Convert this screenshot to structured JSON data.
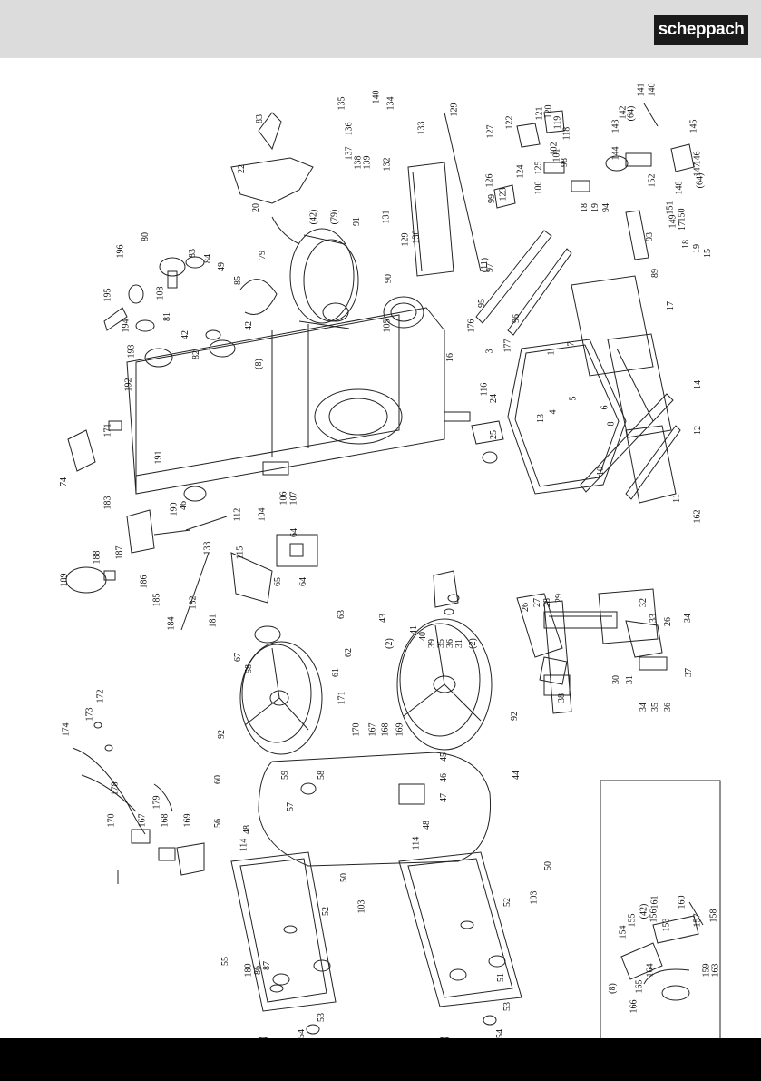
{
  "brand": {
    "logo_text": "scheppach",
    "colors": {
      "header_bg": "#dcdcdc",
      "footer_bg": "#000000",
      "logo_bg": "#1a1a1a",
      "line": "#222222"
    }
  },
  "part_labels": [
    {
      "text": "83"
    },
    {
      "text": "22"
    },
    {
      "text": "20"
    },
    {
      "text": "79"
    },
    {
      "text": "(42)"
    },
    {
      "text": "(79)"
    },
    {
      "text": "91"
    },
    {
      "text": "196"
    },
    {
      "text": "80"
    },
    {
      "text": "83"
    },
    {
      "text": "84"
    },
    {
      "text": "49"
    },
    {
      "text": "195"
    },
    {
      "text": "194"
    },
    {
      "text": "108"
    },
    {
      "text": "81"
    },
    {
      "text": "85"
    },
    {
      "text": "42"
    },
    {
      "text": "193"
    },
    {
      "text": "82"
    },
    {
      "text": "192"
    },
    {
      "text": "42"
    },
    {
      "text": "90"
    },
    {
      "text": "105"
    },
    {
      "text": "16"
    },
    {
      "text": "(8)"
    },
    {
      "text": "171"
    },
    {
      "text": "191"
    },
    {
      "text": "74"
    },
    {
      "text": "116"
    },
    {
      "text": "24"
    },
    {
      "text": "25"
    },
    {
      "text": "183"
    },
    {
      "text": "190"
    },
    {
      "text": "46"
    },
    {
      "text": "189"
    },
    {
      "text": "188"
    },
    {
      "text": "187"
    },
    {
      "text": "186"
    },
    {
      "text": "185"
    },
    {
      "text": "182"
    },
    {
      "text": "184"
    },
    {
      "text": "181"
    },
    {
      "text": "133"
    },
    {
      "text": "112"
    },
    {
      "text": "115"
    },
    {
      "text": "104"
    },
    {
      "text": "106"
    },
    {
      "text": "107"
    },
    {
      "text": "64"
    },
    {
      "text": "65"
    },
    {
      "text": "64"
    },
    {
      "text": "63"
    },
    {
      "text": "62"
    },
    {
      "text": "61"
    },
    {
      "text": "43"
    },
    {
      "text": "(2)"
    },
    {
      "text": "41"
    },
    {
      "text": "40"
    },
    {
      "text": "39"
    },
    {
      "text": "35"
    },
    {
      "text": "36"
    },
    {
      "text": "31"
    },
    {
      "text": "(2)"
    },
    {
      "text": "67"
    },
    {
      "text": "58"
    },
    {
      "text": "171"
    },
    {
      "text": "92"
    },
    {
      "text": "60"
    },
    {
      "text": "92"
    },
    {
      "text": "44"
    },
    {
      "text": "170"
    },
    {
      "text": "167"
    },
    {
      "text": "168"
    },
    {
      "text": "169"
    },
    {
      "text": "59"
    },
    {
      "text": "58"
    },
    {
      "text": "57"
    },
    {
      "text": "45"
    },
    {
      "text": "46"
    },
    {
      "text": "47"
    },
    {
      "text": "56"
    },
    {
      "text": "26"
    },
    {
      "text": "27"
    },
    {
      "text": "28"
    },
    {
      "text": "29"
    },
    {
      "text": "32"
    },
    {
      "text": "33"
    },
    {
      "text": "26"
    },
    {
      "text": "34"
    },
    {
      "text": "30"
    },
    {
      "text": "31"
    },
    {
      "text": "37"
    },
    {
      "text": "38"
    },
    {
      "text": "34"
    },
    {
      "text": "35"
    },
    {
      "text": "36"
    },
    {
      "text": "172"
    },
    {
      "text": "173"
    },
    {
      "text": "174"
    },
    {
      "text": "178"
    },
    {
      "text": "179"
    },
    {
      "text": "170"
    },
    {
      "text": "167"
    },
    {
      "text": "168"
    },
    {
      "text": "169"
    },
    {
      "text": "48"
    },
    {
      "text": "114"
    },
    {
      "text": "50"
    },
    {
      "text": "103"
    },
    {
      "text": "52"
    },
    {
      "text": "55"
    },
    {
      "text": "180"
    },
    {
      "text": "86"
    },
    {
      "text": "87"
    },
    {
      "text": "53"
    },
    {
      "text": "54"
    },
    {
      "text": "48"
    },
    {
      "text": "114"
    },
    {
      "text": "50"
    },
    {
      "text": "103"
    },
    {
      "text": "52"
    },
    {
      "text": "51"
    },
    {
      "text": "53"
    },
    {
      "text": "54"
    },
    {
      "text": "135"
    },
    {
      "text": "136"
    },
    {
      "text": "140"
    },
    {
      "text": "134"
    },
    {
      "text": "137"
    },
    {
      "text": "138"
    },
    {
      "text": "139"
    },
    {
      "text": "132"
    },
    {
      "text": "133"
    },
    {
      "text": "129"
    },
    {
      "text": "131"
    },
    {
      "text": "129"
    },
    {
      "text": "130"
    },
    {
      "text": "127"
    },
    {
      "text": "122"
    },
    {
      "text": "121"
    },
    {
      "text": "120"
    },
    {
      "text": "119"
    },
    {
      "text": "118"
    },
    {
      "text": "102"
    },
    {
      "text": "101"
    },
    {
      "text": "98"
    },
    {
      "text": "126"
    },
    {
      "text": "124"
    },
    {
      "text": "125"
    },
    {
      "text": "100"
    },
    {
      "text": "99"
    },
    {
      "text": "123"
    },
    {
      "text": "141"
    },
    {
      "text": "140"
    },
    {
      "text": "142"
    },
    {
      "text": "(64)"
    },
    {
      "text": "143"
    },
    {
      "text": "144"
    },
    {
      "text": "145"
    },
    {
      "text": "146"
    },
    {
      "text": "147"
    },
    {
      "text": "148"
    },
    {
      "text": "(64)"
    },
    {
      "text": "152"
    },
    {
      "text": "151"
    },
    {
      "text": "150"
    },
    {
      "text": "149"
    },
    {
      "text": "17"
    },
    {
      "text": "18"
    },
    {
      "text": "19"
    },
    {
      "text": "94"
    },
    {
      "text": "93"
    },
    {
      "text": "89"
    },
    {
      "text": "17"
    },
    {
      "text": "18"
    },
    {
      "text": "19"
    },
    {
      "text": "15"
    },
    {
      "text": "(11)"
    },
    {
      "text": "97"
    },
    {
      "text": "95"
    },
    {
      "text": "96"
    },
    {
      "text": "176"
    },
    {
      "text": "177"
    },
    {
      "text": "3"
    },
    {
      "text": "1"
    },
    {
      "text": "7"
    },
    {
      "text": "6"
    },
    {
      "text": "8"
    },
    {
      "text": "5"
    },
    {
      "text": "4"
    },
    {
      "text": "13"
    },
    {
      "text": "14"
    },
    {
      "text": "12"
    },
    {
      "text": "10"
    },
    {
      "text": "11"
    },
    {
      "text": "162"
    },
    {
      "text": "161"
    },
    {
      "text": "160"
    },
    {
      "text": "157"
    },
    {
      "text": "158"
    },
    {
      "text": "159"
    },
    {
      "text": "163"
    },
    {
      "text": "164"
    },
    {
      "text": "165"
    },
    {
      "text": "(8)"
    },
    {
      "text": "153"
    },
    {
      "text": "154"
    },
    {
      "text": "155"
    },
    {
      "text": "(42)"
    },
    {
      "text": "156"
    },
    {
      "text": "166"
    }
  ]
}
